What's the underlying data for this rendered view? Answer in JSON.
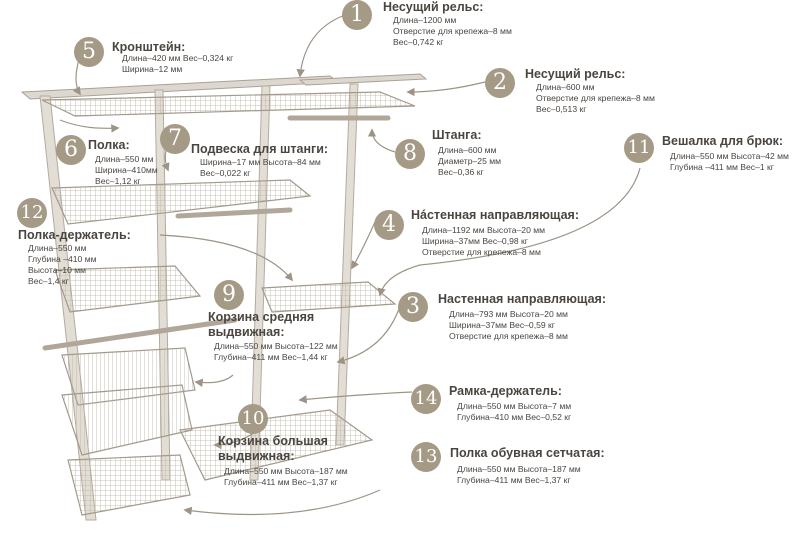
{
  "colors": {
    "badge": "#a59a86",
    "frame": "#c6bfb3",
    "arrow": "#9d9486",
    "text": "#4a4540"
  },
  "items": [
    {
      "n": "1",
      "name": "Несущий рельс:",
      "specs": [
        "Длина–1200 мм",
        "Отверстие для крепежа–8 мм",
        "Вес–0,742 кг"
      ]
    },
    {
      "n": "2",
      "name": "Несущий рельс:",
      "specs": [
        "Длина–600 мм",
        "Отверстие для крепежа–8 мм",
        "Вес–0,513 кг"
      ]
    },
    {
      "n": "3",
      "name": "Настенная направляющая:",
      "specs": [
        "Длина–793 мм   Высота–20 мм",
        "Ширина–37мм    Вес–0,59 кг",
        "Отверстие для крепежа–8 мм"
      ]
    },
    {
      "n": "4",
      "name": "Нáстенная направляющая:",
      "specs": [
        "Длина–1192 мм   Высота–20 мм",
        "Ширина–37мм    Вес–0,98 кг",
        "Отверстие для крепежа–8 мм"
      ]
    },
    {
      "n": "5",
      "name": "Кронштейн:",
      "specs": [
        "Длина–420 мм     Вес–0,324 кг",
        "Ширина–12 мм"
      ]
    },
    {
      "n": "6",
      "name": "Полка:",
      "specs": [
        "Длина–550 мм",
        "Ширина–410мм",
        "Вес–1,12 кг"
      ]
    },
    {
      "n": "7",
      "name": "Подвеска для штанги:",
      "specs": [
        "Ширина–17 мм    Высота–84 мм",
        "Вес–0,022 кг"
      ]
    },
    {
      "n": "8",
      "name": "Штанга:",
      "specs": [
        "Длина–600 мм",
        "Диаметр–25 мм",
        "Вес–0,36 кг"
      ]
    },
    {
      "n": "9",
      "name": "Корзина средняя выдвижная:",
      "specs": [
        "Длина–550 мм      Высота–122 мм",
        "Глубина–411 мм    Вес–1,44 кг"
      ]
    },
    {
      "n": "10",
      "name": "Корзина большая выдвижная:",
      "specs": [
        "Длина–550 мм      Высота–187 мм",
        "Глубина–411 мм   Вес–1,37 кг"
      ]
    },
    {
      "n": "11",
      "name": "Вешалка для брюк:",
      "specs": [
        "Длина–550 мм    Высота–42 мм",
        "Глубина –411 мм   Вес–1 кг"
      ]
    },
    {
      "n": "12",
      "name": "Полка-держатель:",
      "specs": [
        "Длина–550 мм",
        "Глубина –410 мм",
        "Высота–10 мм",
        "Вес–1,4 кг"
      ]
    },
    {
      "n": "13",
      "name": "Полка обувная сетчатая:",
      "specs": [
        "Длина–550 мм     Высота–187 мм",
        "Глубина–411 мм    Вес–1,37 кг"
      ]
    },
    {
      "n": "14",
      "name": "Рамка-держатель:",
      "specs": [
        "Длина–550 мм     Высота–7 мм",
        "Глубина–410 мм   Вес–0,52 кг"
      ]
    }
  ]
}
